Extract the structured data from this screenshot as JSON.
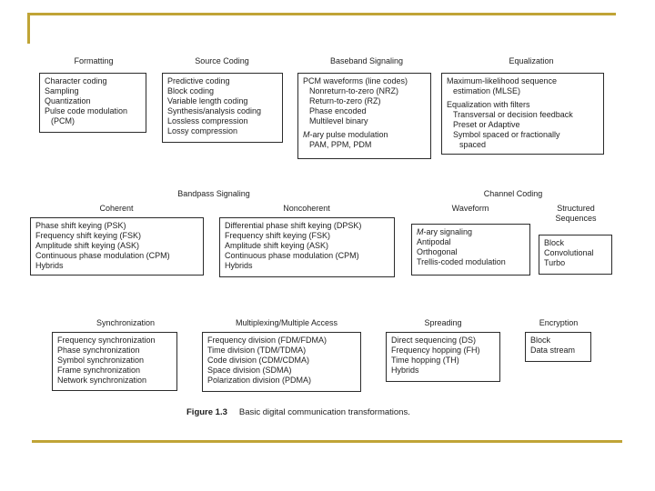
{
  "theme": {
    "accent_color": "#C0A436",
    "background": "#ffffff",
    "box_border": "#2b2b2b"
  },
  "caption": {
    "label": "Figure 1.3",
    "text": "Basic digital communication transformations."
  },
  "headings": {
    "formatting": "Formatting",
    "source_coding": "Source Coding",
    "baseband": "Baseband Signaling",
    "equalization": "Equalization",
    "bandpass": "Bandpass Signaling",
    "coherent": "Coherent",
    "noncoherent": "Noncoherent",
    "channel_coding": "Channel Coding",
    "waveform": "Waveform",
    "structured": "Structured Sequences",
    "synchronization": "Synchronization",
    "multiplexing": "Multiplexing/Multiple Access",
    "spreading": "Spreading",
    "encryption": "Encryption"
  },
  "boxes": {
    "formatting": [
      {
        "text": "Character coding"
      },
      {
        "text": "Sampling"
      },
      {
        "text": "Quantization"
      },
      {
        "text": "Pulse code modulation"
      },
      {
        "text": "(PCM)",
        "indent": 1
      }
    ],
    "source_coding": [
      {
        "text": "Predictive coding"
      },
      {
        "text": "Block coding"
      },
      {
        "text": "Variable length coding"
      },
      {
        "text": "Synthesis/analysis coding"
      },
      {
        "text": "Lossless compression"
      },
      {
        "text": "Lossy compression"
      }
    ],
    "baseband": [
      {
        "text": "PCM waveforms (line codes)"
      },
      {
        "text": "Nonreturn-to-zero (NRZ)",
        "indent": 1
      },
      {
        "text": "Return-to-zero (RZ)",
        "indent": 1
      },
      {
        "text": "Phase encoded",
        "indent": 1
      },
      {
        "text": "Multilevel binary",
        "indent": 1
      },
      {
        "text": "M-ary pulse modulation",
        "em": true,
        "gap": true
      },
      {
        "text": "PAM, PPM, PDM",
        "indent": 1
      }
    ],
    "equalization": [
      {
        "text": "Maximum-likelihood sequence"
      },
      {
        "text": "estimation (MLSE)",
        "indent": 1
      },
      {
        "text": "Equalization with filters",
        "gap": true
      },
      {
        "text": "Transversal or decision feedback",
        "indent": 1
      },
      {
        "text": "Preset or Adaptive",
        "indent": 1
      },
      {
        "text": "Symbol spaced or fractionally",
        "indent": 1
      },
      {
        "text": "spaced",
        "indent": 2
      }
    ],
    "coherent": [
      {
        "text": "Phase shift keying (PSK)"
      },
      {
        "text": "Frequency shift keying (FSK)"
      },
      {
        "text": "Amplitude shift keying (ASK)"
      },
      {
        "text": "Continuous phase modulation (CPM)"
      },
      {
        "text": "Hybrids"
      }
    ],
    "noncoherent": [
      {
        "text": "Differential phase shift keying (DPSK)"
      },
      {
        "text": "Frequency shift keying (FSK)"
      },
      {
        "text": "Amplitude shift keying (ASK)"
      },
      {
        "text": "Continuous phase modulation (CPM)"
      },
      {
        "text": "Hybrids"
      }
    ],
    "waveform": [
      {
        "text": "M-ary signaling",
        "em": true
      },
      {
        "text": "Antipodal"
      },
      {
        "text": "Orthogonal"
      },
      {
        "text": "Trellis-coded modulation"
      }
    ],
    "structured": [
      {
        "text": "Block"
      },
      {
        "text": "Convolutional"
      },
      {
        "text": "Turbo"
      }
    ],
    "synchronization": [
      {
        "text": "Frequency synchronization"
      },
      {
        "text": "Phase synchronization"
      },
      {
        "text": "Symbol synchronization"
      },
      {
        "text": "Frame synchronization"
      },
      {
        "text": "Network synchronization"
      }
    ],
    "multiplexing": [
      {
        "text": "Frequency division (FDM/FDMA)"
      },
      {
        "text": "Time division (TDM/TDMA)"
      },
      {
        "text": "Code division (CDM/CDMA)"
      },
      {
        "text": "Space division (SDMA)"
      },
      {
        "text": "Polarization division (PDMA)"
      }
    ],
    "spreading": [
      {
        "text": "Direct sequencing (DS)"
      },
      {
        "text": "Frequency hopping (FH)"
      },
      {
        "text": "Time hopping (TH)"
      },
      {
        "text": "Hybrids"
      }
    ],
    "encryption": [
      {
        "text": "Block"
      },
      {
        "text": "Data stream"
      }
    ]
  }
}
